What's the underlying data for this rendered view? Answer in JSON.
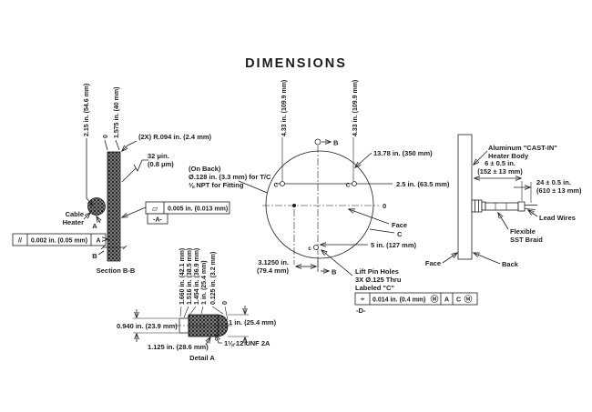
{
  "title": "DIMENSIONS",
  "section_view": {
    "dim_height": "2.15 in. (54.6 mm)",
    "dim_zero": "0",
    "dim_thickness": "1.575 in. (40 mm)",
    "corner_radius": "(2X) R.094 in. (2.4 mm)",
    "surface_finish_1": "32 μin.",
    "surface_finish_2": "(0.8 μm)",
    "on_back_1": "(On Back)",
    "on_back_2": "Ø.128 in. (3.3 mm) for T/C",
    "on_back_3": "⅛ NPT for Fitting",
    "flatness_symbol": "▱",
    "flatness_value": "0.005 in. (0.013 mm)",
    "datum_a_flag": "-A-",
    "parallelism_symbol": "//",
    "parallelism_value": "0.002 in. (0.05 mm)",
    "parallelism_datum": "A",
    "cable_heater_1": "Cable",
    "cable_heater_2": "Heater",
    "detail_arrow_label": "A",
    "section_arrow_label": "B",
    "caption": "Section B-B"
  },
  "face_view": {
    "bolt_x_left": "4.33 in. (109.9 mm)",
    "bolt_x_right": "4.33 in. (109.9 mm)",
    "datum_b_top": "B",
    "datum_b_bottom": "B",
    "diameter": "13.78 in. (350 mm)",
    "bolt_y": "2.5 in. (63.5 mm)",
    "zero_line": "0",
    "hole_c_left": "C",
    "hole_c_right": "C",
    "hole_c_bottom": "c",
    "face_label": "Face",
    "c_label": "C",
    "bolt_radius": "5 in. (127 mm)",
    "tc_offset_1": "3.1250 in.",
    "tc_offset_2": "(79.4 mm)",
    "lift_pin_1": "Lift Pin Holes",
    "lift_pin_2": "3X Ø.125 Thru",
    "lift_pin_3": "Labeled \"C\"",
    "position_symbol": "⌖",
    "position_value": "0.014 in. (0.4 mm)",
    "position_m1": "M",
    "position_datum_a": "A",
    "position_datum_c": "C",
    "position_m2": "M",
    "datum_d_flag": "-D-"
  },
  "detail_view": {
    "dims_rotated": [
      "1.660 in. (42.1 mm)",
      "1.516 in. (38.5 mm)",
      "1.454 in. (36.9 mm)",
      "1 in. (25.4 mm)",
      "0.125 in. (3.2 mm)",
      "0"
    ],
    "pilot_dia": "0.940 in. (23.9 mm)",
    "tip_dia": "1 in. (25.4 mm)",
    "thread_len": "1.125 in. (28.6 mm)",
    "thread_spec": "1⅛-12 UNF 2A",
    "caption": "Detail A"
  },
  "side_view": {
    "body_label_1": "Aluminum \"CAST-IN\"",
    "body_label_2": "Heater Body",
    "braid_len_1": "6 ± 0.5 in.",
    "braid_len_2": "(152 ± 13 mm)",
    "wire_len_1": "24 ± 0.5 in.",
    "wire_len_2": "(610 ± 13 mm)",
    "lead_wires": "Lead Wires",
    "braid_1": "Flexible",
    "braid_2": "SST Braid",
    "face_label": "Face",
    "back_label": "Back"
  }
}
